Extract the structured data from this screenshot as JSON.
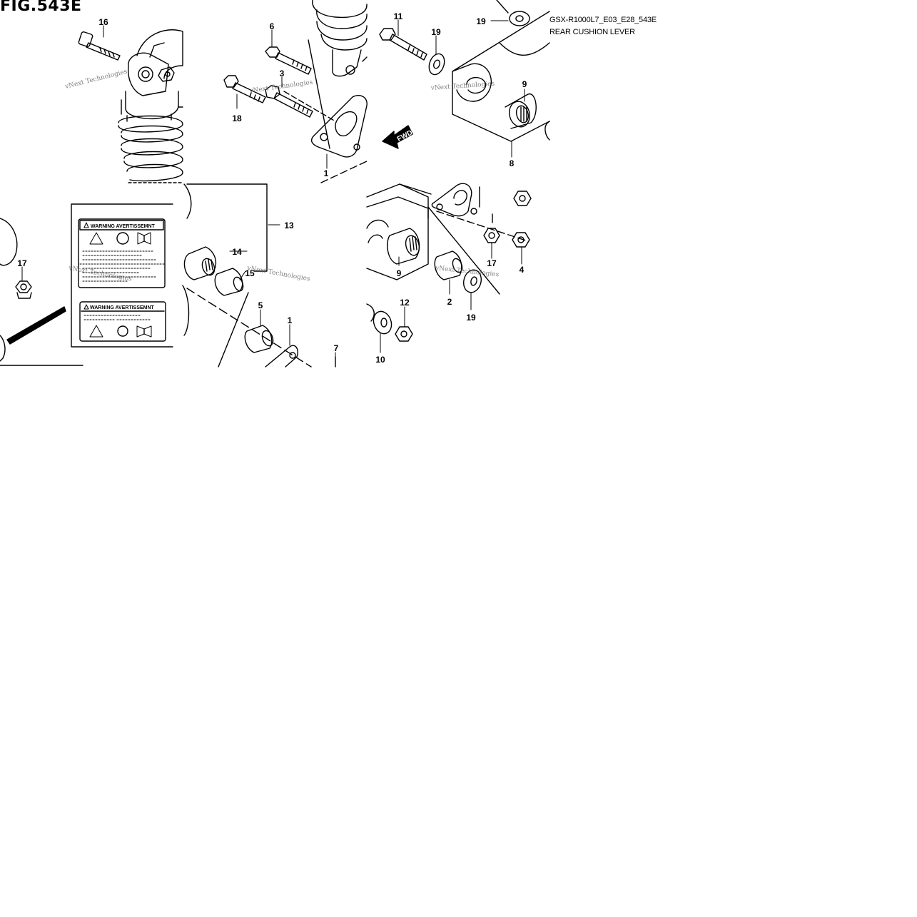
{
  "figure": {
    "title": "FIG.543E",
    "model_code": "GSX-R1000L7_E03_E28_543E",
    "description": "REAR CUSHION LEVER"
  },
  "callouts": {
    "c16": "16",
    "c6": "6",
    "c3": "3",
    "c18": "18",
    "c1a": "1",
    "c11": "11",
    "c19a": "19",
    "c19b": "19",
    "c9a": "9",
    "c8": "8",
    "c13": "13",
    "c14": "14",
    "c15": "15",
    "c17a": "17",
    "c5": "5",
    "c1b": "1",
    "c7": "7",
    "c9b": "9",
    "c17b": "17",
    "c4": "4",
    "c2": "2",
    "c19c": "19",
    "c12": "12",
    "c10": "10"
  },
  "labels": {
    "warning_title": "WARNING AVERTISSEMNT",
    "fwd": "FWD"
  },
  "watermark": "vNext Technologies"
}
